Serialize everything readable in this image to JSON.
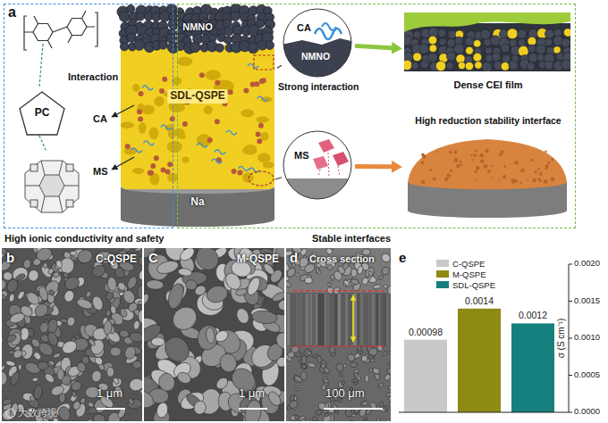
{
  "diagram": {
    "nodes": [
      {
        "text": [
          "High ionic conductivity and safety"
        ]
      },
      {
        "text": [
          "Stable interfaces"
        ]
      },
      {
        "text": [
          "NMNO"
        ]
      },
      {
        "text": [
          "SDL-QSPE"
        ]
      },
      {
        "text": [
          "Na"
        ]
      },
      {
        "text": [
          "CA",
          "NMNO"
        ],
        "in": 1
      },
      {
        "text": [
          "MS"
        ],
        "in": 1
      },
      {
        "text": [
          "Dense CEI film"
        ],
        "in": 1
      },
      {
        "text": [
          "High reduction stability interface"
        ],
        "in": 1
      },
      {
        "text": [
          "PC"
        ],
        "in": 0
      },
      {
        "text": [
          "b",
          "C-QSPE",
          "1 μm"
        ]
      },
      {
        "text": [
          "C",
          "M-QSPE",
          "1 μm"
        ]
      },
      {
        "text": [
          "d",
          "Cross section",
          "100 μm"
        ]
      }
    ],
    "edges": [
      {
        "from": 5,
        "to": 7,
        "arrow": "to"
      },
      {
        "from": 6,
        "to": 8,
        "arrow": "to"
      },
      {
        "from": 3,
        "to": 5,
        "arrow": "none"
      },
      {
        "from": 4,
        "to": 6,
        "arrow": "none"
      }
    ],
    "labels": [
      "a",
      "CA",
      "Interaction",
      "MS",
      "Strong interaction",
      "e",
      "0.00098",
      "0.0014",
      "0.0012",
      "0.0000",
      "0.0005",
      "0.0010",
      "0.0015",
      "0.0020",
      "σ (S cm⁻¹)",
      "大数跨境"
    ],
    "legend": [
      {
        "text": "C-QSPE",
        "color": "#c9c9c9"
      },
      {
        "text": "M-QSPE",
        "color": "#8e8a14"
      },
      {
        "text": "SDL-QSPE",
        "color": "#16807e"
      }
    ]
  }
}
